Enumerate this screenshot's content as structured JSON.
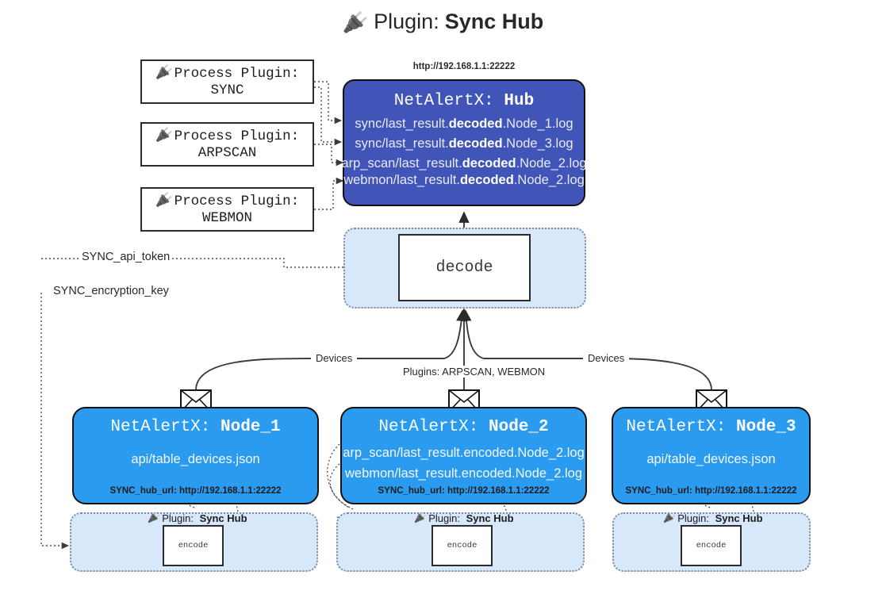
{
  "title": {
    "icon": "plug-icon",
    "prefix": "Plugin:",
    "name": "Sync Hub"
  },
  "process_plugins": [
    {
      "icon": "plug-icon",
      "line1": "Process Plugin:",
      "line2": "SYNC"
    },
    {
      "icon": "plug-icon",
      "line1": "Process Plugin:",
      "line2": "ARPSCAN"
    },
    {
      "icon": "plug-icon",
      "line1": "Process Plugin:",
      "line2": "WEBMON"
    }
  ],
  "hub": {
    "url": "http://192.168.1.1:22222",
    "title_prefix": "NetAlertX:",
    "title_name": "Hub",
    "logs": [
      {
        "pre": "sync/last_result.",
        "mid": "decoded",
        "post": ".Node_1.log"
      },
      {
        "pre": "sync/last_result.",
        "mid": "decoded",
        "post": ".Node_3.log"
      },
      {
        "pre": "arp_scan/last_result.",
        "mid": "decoded",
        "post": ".Node_2.log"
      },
      {
        "pre": "webmon/last_result.",
        "mid": "decoded",
        "post": ".Node_2.log"
      }
    ]
  },
  "decode": {
    "label": "decode"
  },
  "settings": {
    "api_token": "SYNC_api_token",
    "encryption_key": "SYNC_encryption_key"
  },
  "edge_labels": {
    "devices_left": "Devices",
    "devices_right": "Devices",
    "plugins_center": "Plugins: ARPSCAN, WEBMON"
  },
  "nodes": [
    {
      "icon": "envelope-icon",
      "title_prefix": "NetAlertX:",
      "title_name": "Node_1",
      "lines": [
        "api/table_devices.json"
      ],
      "footer": "SYNC_hub_url: http://192.168.1.1:22222"
    },
    {
      "icon": "envelope-icon",
      "title_prefix": "NetAlertX:",
      "title_name": "Node_2",
      "lines": [
        "arp_scan/last_result.encoded.Node_2.log",
        "webmon/last_result.encoded.Node_2.log"
      ],
      "footer": "SYNC_hub_url: http://192.168.1.1:22222"
    },
    {
      "icon": "envelope-icon",
      "title_prefix": "NetAlertX:",
      "title_name": "Node_3",
      "lines": [
        "api/table_devices.json"
      ],
      "footer": "SYNC_hub_url: http://192.168.1.1:22222"
    }
  ],
  "encoders": [
    {
      "plugin_prefix": "Plugin:",
      "plugin_name": "Sync Hub",
      "box_label": "encode"
    },
    {
      "plugin_prefix": "Plugin:",
      "plugin_name": "Sync Hub",
      "box_label": "encode"
    },
    {
      "plugin_prefix": "Plugin:",
      "plugin_name": "Sync Hub",
      "box_label": "encode"
    }
  ],
  "colors": {
    "hub_fill": "#4154b8",
    "node_fill": "#2b9bf0",
    "group_fill": "#d6e8fa",
    "stroke": "#2b2b2b",
    "page_bg": "#ffffff"
  }
}
